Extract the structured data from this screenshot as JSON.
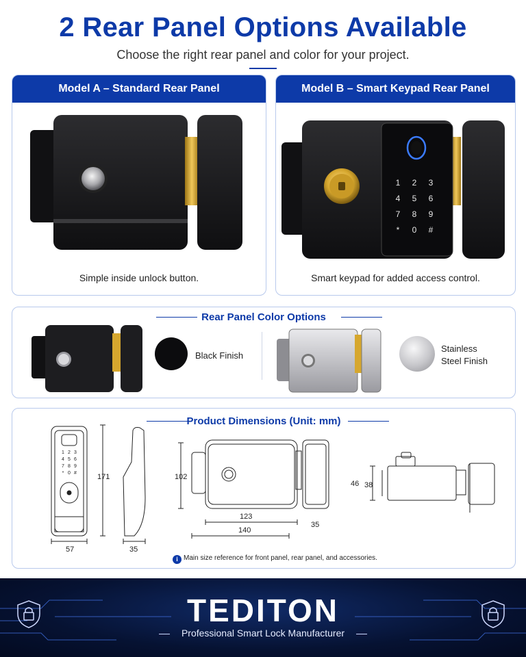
{
  "header": {
    "title": "2 Rear Panel Options Available",
    "subtitle": "Choose the right rear panel and color for your project."
  },
  "model_a": {
    "heading": "Model A – Standard Rear Panel",
    "caption": "Simple inside unlock button."
  },
  "model_b": {
    "heading": "Model B – Smart Keypad Rear Panel",
    "caption": "Smart keypad for added access control.",
    "keypad_keys": [
      "1",
      "2",
      "3",
      "4",
      "5",
      "6",
      "7",
      "8",
      "9",
      "*",
      "0",
      "#"
    ]
  },
  "colors": {
    "heading": "Rear Panel Color Options",
    "black_label": "Black Finish",
    "steel_label_line1": "Stainless",
    "steel_label_line2": "Steel Finish"
  },
  "dimensions": {
    "heading": "Product Dimensions (Unit: mm)",
    "height_171": "171",
    "width_57": "57",
    "depth_35a": "35",
    "height_102": "102",
    "width_123": "123",
    "width_140": "140",
    "depth_35b": "35",
    "height_46": "46",
    "height_38": "38",
    "front_keys": [
      "1",
      "2",
      "3",
      "4",
      "5",
      "6",
      "7",
      "8",
      "9",
      "*",
      "0",
      "#"
    ],
    "note": "Main size reference for front panel, rear panel, and accessories."
  },
  "footer": {
    "brand": "TEDITON",
    "tagline": "Professional Smart Lock Manufacturer"
  },
  "theme": {
    "brand_blue": "#0d3aa8",
    "brass": "#d6a72e",
    "lock_black": "#1b1b1d"
  }
}
